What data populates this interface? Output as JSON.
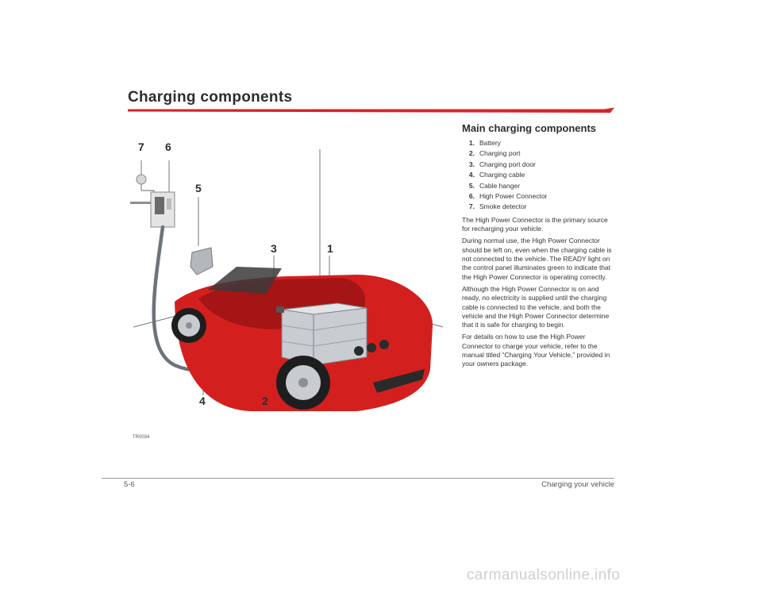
{
  "page": {
    "title": "Charging components",
    "fig_id": "TR0034",
    "footer_left": "5-6",
    "footer_right": "Charging your vehicle",
    "watermark": "carmanualsonline.info"
  },
  "callouts": [
    "7",
    "6",
    "5",
    "3",
    "1",
    "4",
    "2"
  ],
  "section": {
    "heading": "Main charging components",
    "items": [
      {
        "num": "1.",
        "label": "Battery"
      },
      {
        "num": "2.",
        "label": "Charging port"
      },
      {
        "num": "3.",
        "label": "Charging port door"
      },
      {
        "num": "4.",
        "label": "Charging cable"
      },
      {
        "num": "5.",
        "label": "Cable hanger"
      },
      {
        "num": "6.",
        "label": "High Power Connector"
      },
      {
        "num": "7.",
        "label": "Smoke detector"
      }
    ],
    "paragraphs": [
      "The High Power Connector is the primary source for recharging your vehicle.",
      "During normal use, the High Power Connector should be left on, even when the charging cable is not connected to the vehicle. The READY light on the control panel illuminates green to indicate that the High Power Connector is operating correctly.",
      "Although the High Power Connector is on and ready, no electricity is supplied until the charging cable is connected to the vehicle, and both the vehicle and the High Power Connector determine that it is safe for charging to begin.",
      "For details on how to use the High Power Connector to charge your vehicle, refer to the manual titled “Charging Your Vehicle,” provided in your owners package."
    ]
  },
  "colors": {
    "accent_red": "#d8232a",
    "car_red": "#d41f1f",
    "text": "#333333"
  }
}
